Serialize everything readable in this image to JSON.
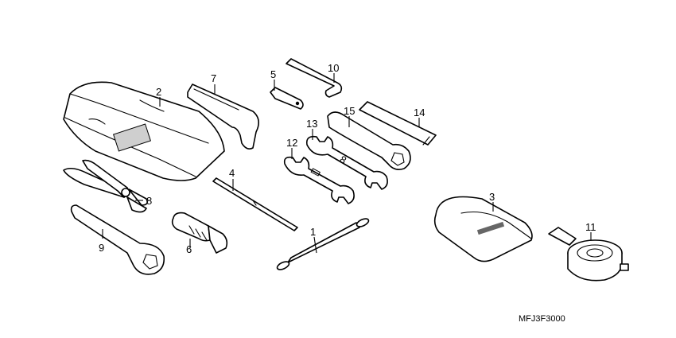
{
  "diagram": {
    "drawing_code": "MFJ3F3000",
    "callouts": [
      {
        "id": "callout-1",
        "number": "1"
      },
      {
        "id": "callout-2",
        "number": "2"
      },
      {
        "id": "callout-3",
        "number": "3"
      },
      {
        "id": "callout-4",
        "number": "4"
      },
      {
        "id": "callout-5",
        "number": "5"
      },
      {
        "id": "callout-6",
        "number": "6"
      },
      {
        "id": "callout-7",
        "number": "7"
      },
      {
        "id": "callout-8",
        "number": "8"
      },
      {
        "id": "callout-9",
        "number": "9"
      },
      {
        "id": "callout-10",
        "number": "10"
      },
      {
        "id": "callout-11",
        "number": "11"
      },
      {
        "id": "callout-12",
        "number": "12"
      },
      {
        "id": "callout-13",
        "number": "13"
      },
      {
        "id": "callout-14",
        "number": "14"
      },
      {
        "id": "callout-15",
        "number": "15"
      }
    ]
  }
}
